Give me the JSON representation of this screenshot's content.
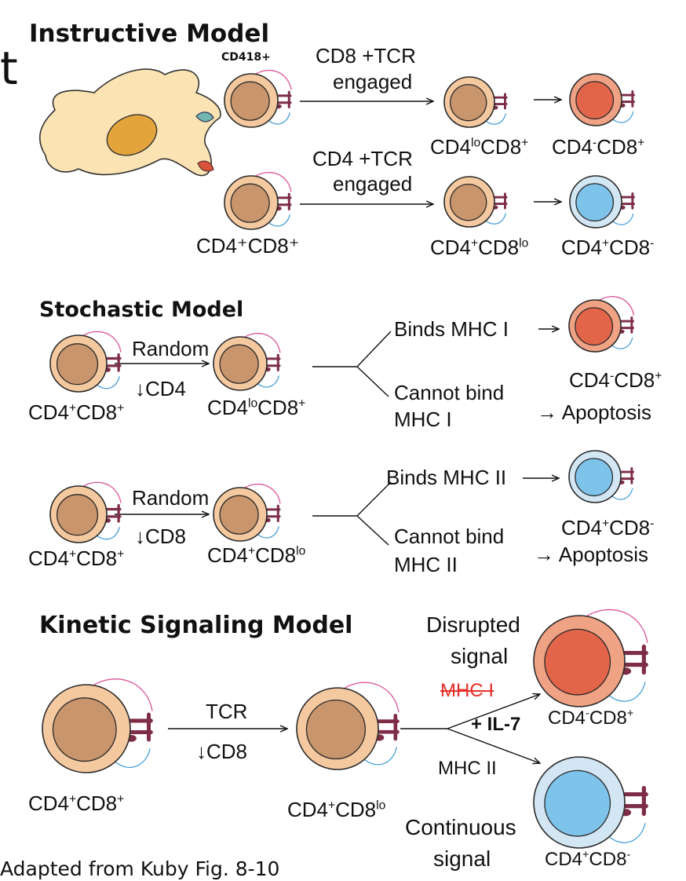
{
  "colors": {
    "cell_outer": "#f5c9a0",
    "cell_nucleus": "#c9956c",
    "cd8_outer": "#f0a284",
    "cd8_nucleus": "#e2654a",
    "cd4_outer": "#d2e6f4",
    "cd4_nucleus": "#7ec3ea",
    "apc_body": "#fbe3b4",
    "apc_nucleus": "#e3a53b",
    "receptor": "#7d2d45",
    "pink_line": "#d9569a",
    "blue_line": "#4aa0d8",
    "mhc_red": "#e8302a"
  },
  "instructive": {
    "partial_t": "t",
    "title": "Instructive Model",
    "top_marker": "CD418+",
    "cd8_engaged_1": "CD8 +TCR",
    "cd8_engaged_2": "engaged",
    "cd4_engaged_1": "CD4 +TCR",
    "cd4_engaged_2": "engaged",
    "dp_label": "CD4⁺CD8⁺",
    "cd4lo_cd8": {
      "a": "CD4",
      "b": "lo",
      "c": "CD8",
      "d": "+"
    },
    "cd4neg_cd8": {
      "a": "CD4",
      "b": "-",
      "c": "CD8",
      "d": "+"
    },
    "cd4_cd8lo": {
      "a": "CD4",
      "b": "+",
      "c": "CD8",
      "d": "lo"
    },
    "cd4_cd8neg": {
      "a": "CD4",
      "b": "+",
      "c": "CD8",
      "d": "-"
    }
  },
  "stochastic": {
    "title": "Stochastic Model",
    "random": "Random",
    "down_cd4": "↓CD4",
    "down_cd8": "↓CD8",
    "dp": {
      "a": "CD4",
      "b": "+",
      "c": "CD8",
      "d": "+"
    },
    "cd4lo": {
      "a": "CD4",
      "b": "lo",
      "c": "CD8",
      "d": "+"
    },
    "cd8lo": {
      "a": "CD4",
      "b": "+",
      "c": "CD8",
      "d": "lo"
    },
    "binds_mhc1": "Binds MHC I",
    "cannot_1a": "Cannot bind",
    "cannot_1b": "MHC I",
    "res_cd8": {
      "a": "CD4",
      "b": "-",
      "c": "CD8",
      "d": "+"
    },
    "apoptosis": "→ Apoptosis",
    "binds_mhc2": "Binds MHC II",
    "cannot_2a": "Cannot bind",
    "cannot_2b": "MHC II",
    "res_cd4": {
      "a": "CD4",
      "b": "+",
      "c": "CD8",
      "d": "-"
    }
  },
  "kinetic": {
    "title": "Kinetic Signaling Model",
    "disrupted_1": "Disrupted",
    "disrupted_2": "signal",
    "mhc1_struck": "MHC I",
    "il7": "+ IL-7",
    "mhc2": "MHC II",
    "continuous_1": "Continuous",
    "continuous_2": "signal",
    "tcr": "TCR",
    "down_cd8": "↓CD8",
    "dp": {
      "a": "CD4",
      "b": "+",
      "c": "CD8",
      "d": "+"
    },
    "cd8lo": {
      "a": "CD4",
      "b": "+",
      "c": "CD8",
      "d": "lo"
    },
    "res_cd8": {
      "a": "CD4",
      "b": "-",
      "c": "CD8",
      "d": "+"
    },
    "res_cd4": {
      "a": "CD4",
      "b": "+",
      "c": "CD8",
      "d": "-"
    }
  },
  "footer": "Adapted from Kuby  Fig. 8-10"
}
